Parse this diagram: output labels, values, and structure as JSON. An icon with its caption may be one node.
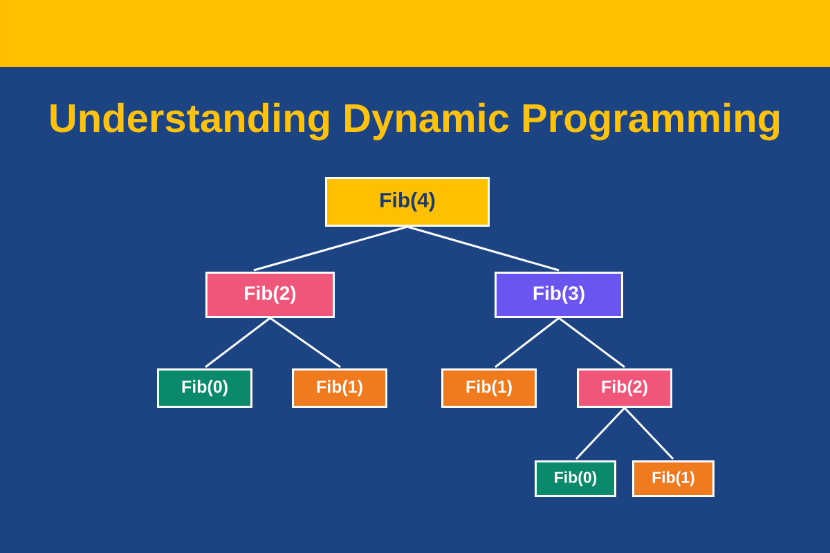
{
  "diagram": {
    "title": "Understanding Dynamic Programming",
    "nodes": [
      {
        "text": [
          "Fib(4)"
        ]
      },
      {
        "text": [
          "Fib(2)"
        ]
      },
      {
        "text": [
          "Fib(3)"
        ]
      },
      {
        "text": [
          "Fib(0)"
        ]
      },
      {
        "text": [
          "Fib(1)"
        ]
      },
      {
        "text": [
          "Fib(1)"
        ]
      },
      {
        "text": [
          "Fib(2)"
        ]
      },
      {
        "text": [
          "Fib(0)"
        ]
      },
      {
        "text": [
          "Fib(1)"
        ]
      }
    ],
    "edges": [
      {
        "from": 0,
        "to": 1,
        "arrow": "none"
      },
      {
        "from": 0,
        "to": 2,
        "arrow": "none"
      },
      {
        "from": 1,
        "to": 3,
        "arrow": "none"
      },
      {
        "from": 1,
        "to": 4,
        "arrow": "none"
      },
      {
        "from": 2,
        "to": 5,
        "arrow": "none"
      },
      {
        "from": 2,
        "to": 6,
        "arrow": "none"
      },
      {
        "from": 6,
        "to": 7,
        "arrow": "none"
      },
      {
        "from": 6,
        "to": 8,
        "arrow": "none"
      }
    ]
  }
}
